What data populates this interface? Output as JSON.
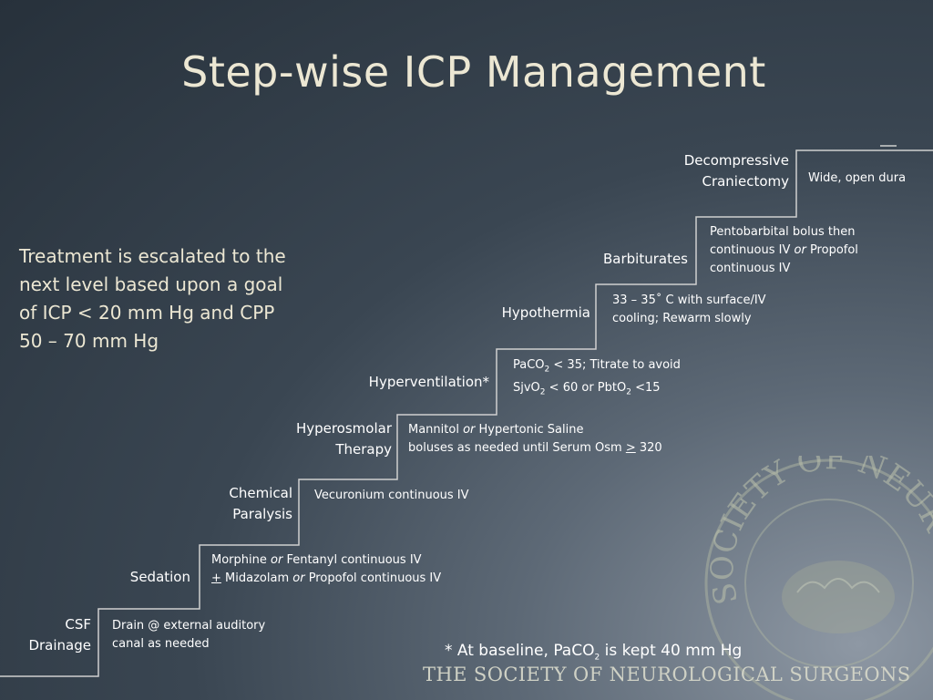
{
  "title": "Step-wise ICP Management",
  "intro": "Treatment is escalated to the next level based upon a goal of ICP < 20 mm Hg and CPP 50 – 70 mm Hg",
  "steps": [
    {
      "label_1": "CSF",
      "label_2": "Drainage",
      "desc_1": "Drain @ external auditory",
      "desc_2": "canal as needed"
    },
    {
      "label_1": "Sedation",
      "desc_1_a": "Morphine ",
      "desc_1_em": "or",
      "desc_1_b": " Fentanyl continuous IV",
      "desc_2_pm": "+",
      "desc_2_a": " Midazolam ",
      "desc_2_em": "or",
      "desc_2_b": " Propofol continuous IV"
    },
    {
      "label_1": "Chemical",
      "label_2": "Paralysis",
      "desc_1": "Vecuronium continuous IV"
    },
    {
      "label_1": "Hyperosmolar",
      "label_2": "Therapy",
      "desc_1_a": "Mannitol ",
      "desc_1_em": "or",
      "desc_1_b": " Hypertonic Saline",
      "desc_2_a": "boluses as needed until Serum Osm ",
      "desc_2_ge": ">",
      "desc_2_b": " 320"
    },
    {
      "label_1": "Hyperventilation*",
      "desc_1_a": "PaCO",
      "desc_1_sub": "2",
      "desc_1_b": " < 35; Titrate to avoid",
      "desc_2_a": "SjvO",
      "desc_2_sub": "2",
      "desc_2_b": " < 60 or PbtO",
      "desc_2_sub2": "2",
      "desc_2_c": " <15"
    },
    {
      "label_1": "Hypothermia",
      "desc_1": "33 – 35˚   C with surface/IV",
      "desc_2": "cooling; Rewarm slowly"
    },
    {
      "label_1": "Barbiturates",
      "desc_1": "Pentobarbital bolus then",
      "desc_2_a": "continuous IV ",
      "desc_2_em": "or",
      "desc_2_b": " Propofol",
      "desc_3": "continuous IV"
    },
    {
      "label_1": "Decompressive",
      "label_2": "Craniectomy",
      "desc_1": "Wide, open dura"
    }
  ],
  "footnote": {
    "a": "* At baseline, PaCO",
    "sub": "2",
    "b": " is kept 40 mm Hg"
  },
  "society": "THE SOCIETY OF NEUROLOGICAL SURGEONS",
  "seal_text": "SOCIETY OF NEUROLO",
  "colors": {
    "title": "#ece7d3",
    "lines": "#d8d8d8",
    "background": "#27313b"
  }
}
